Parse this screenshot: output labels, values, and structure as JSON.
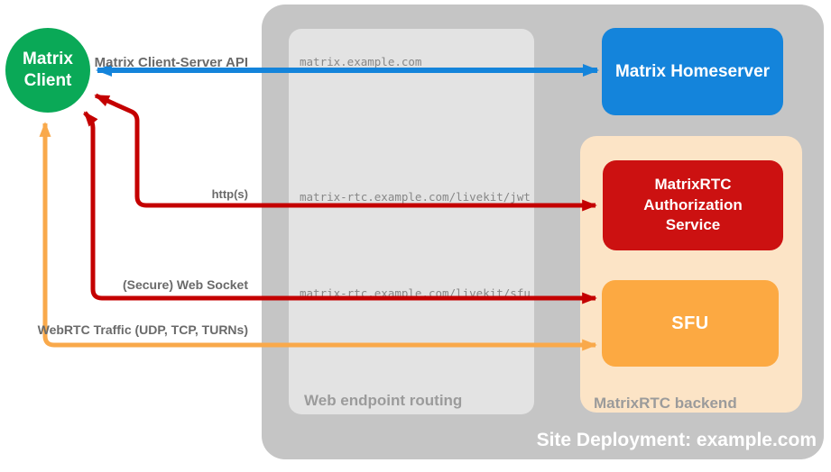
{
  "deployment": {
    "title": "Site Deployment: example.com"
  },
  "client": {
    "label": "Matrix Client",
    "color": "#0aa957"
  },
  "homeserver": {
    "label": "Matrix Homeserver",
    "color": "#1484db"
  },
  "auth_service": {
    "label": "MatrixRTC Authorization Service",
    "color": "#cc1111"
  },
  "sfu": {
    "label": "SFU",
    "color": "#fca942"
  },
  "routing": {
    "label": "Web endpoint routing",
    "endpoints": [
      "matrix.example.com",
      "matrix-rtc.example.com/livekit/jwt",
      "matrix-rtc.example.com/livekit/sfu"
    ]
  },
  "backend": {
    "label": "MatrixRTC backend"
  },
  "arrows": [
    {
      "name": "client-server-api",
      "label": "Matrix Client-Server API",
      "color": "#1484db"
    },
    {
      "name": "https",
      "label": "http(s)",
      "color": "#c40000"
    },
    {
      "name": "websocket",
      "label": "(Secure) Web Socket",
      "color": "#c40000"
    },
    {
      "name": "webrtc-traffic",
      "label": "WebRTC Traffic (UDP, TCP, TURNs)",
      "color": "#f9a94b"
    }
  ],
  "containers": {
    "outer_color": "#c5c5c5",
    "routing_color": "#e3e3e3",
    "backend_color": "#fce4c6"
  }
}
